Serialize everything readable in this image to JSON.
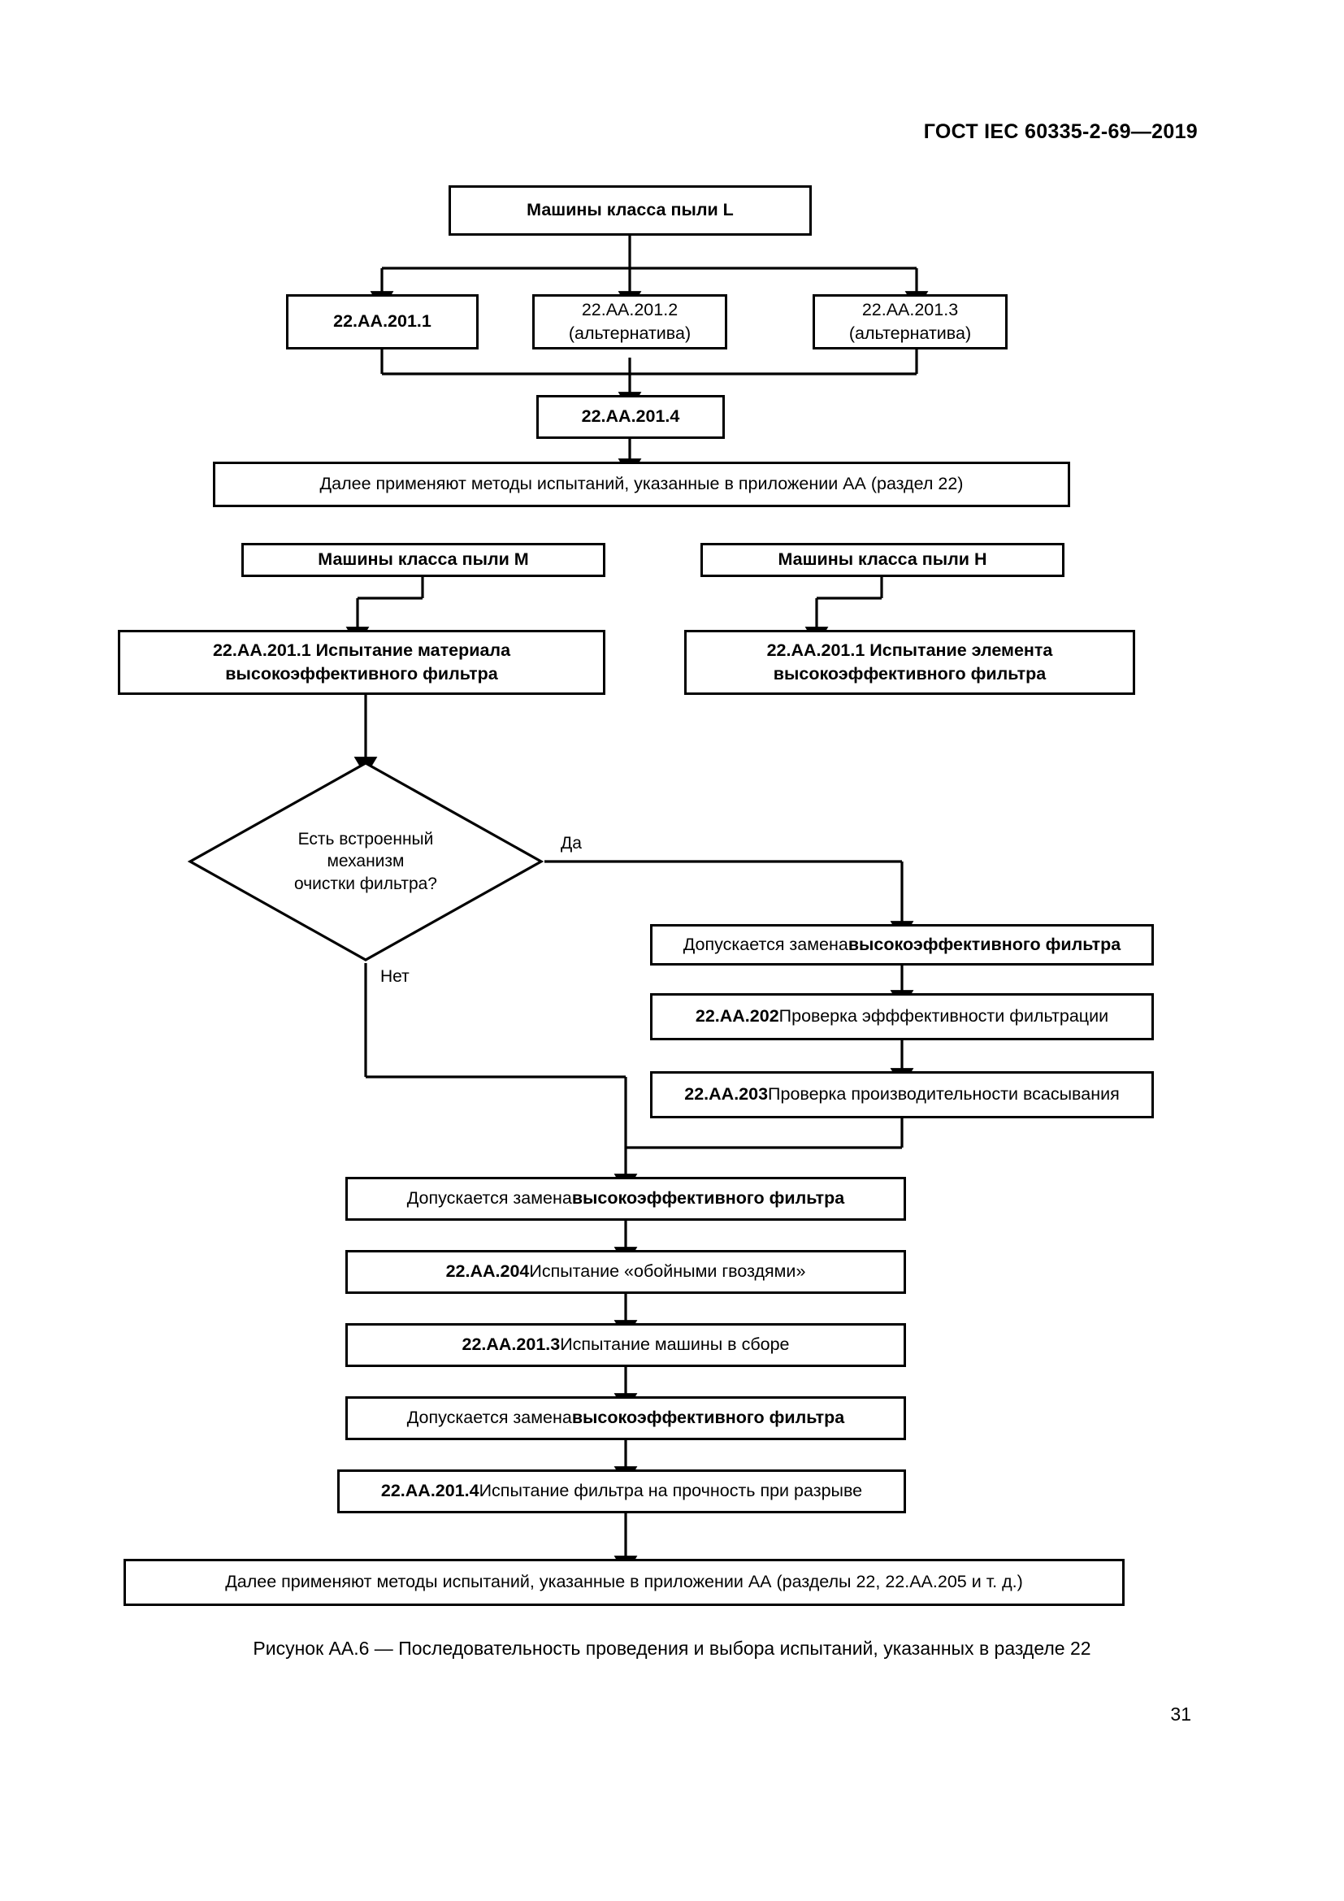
{
  "document": {
    "header": "ГОСТ IEC 60335-2-69—2019",
    "page_number": "31",
    "caption": "Рисунок АА.6 — Последовательность проведения и выбора испытаний, указанных в разделе 22"
  },
  "chart_data": {
    "type": "diagram",
    "title": "Рисунок АА.6 — Последовательность проведения и выбора испытаний, указанных в разделе 22",
    "nodes": [
      {
        "id": "n1",
        "shape": "box",
        "text": "Машины класса пыли L"
      },
      {
        "id": "n2",
        "shape": "box",
        "text": "22.AA.201.1"
      },
      {
        "id": "n3",
        "shape": "box",
        "text": "22.AA.201.2\n(альтернатива)"
      },
      {
        "id": "n4",
        "shape": "box",
        "text": "22.AA.201.3\n(альтернатива)"
      },
      {
        "id": "n5",
        "shape": "box",
        "text": "22.AA.201.4"
      },
      {
        "id": "n6",
        "shape": "box",
        "text": "Далее применяют методы испытаний, указанные в приложении АА (раздел 22)"
      },
      {
        "id": "n7",
        "shape": "box",
        "text": "Машины класса пыли M"
      },
      {
        "id": "n8",
        "shape": "box",
        "text": "Машины класса пыли H"
      },
      {
        "id": "n9",
        "shape": "box",
        "text": "22.AA.201.1 Испытание материала высокоэффективного фильтра"
      },
      {
        "id": "n10",
        "shape": "box",
        "text": "22.AA.201.1 Испытание элемента высокоэффективного фильтра"
      },
      {
        "id": "n11",
        "shape": "diamond",
        "text": "Есть встроенный механизм очистки фильтра?"
      },
      {
        "id": "n12",
        "shape": "box",
        "text": "Допускается замена высокоэффективного фильтра"
      },
      {
        "id": "n13",
        "shape": "box",
        "text": "22.AA.202 Проверка эфффективности фильтрации"
      },
      {
        "id": "n14",
        "shape": "box",
        "text": "22.AA.203 Проверка производительности всасывания"
      },
      {
        "id": "n15",
        "shape": "box",
        "text": "Допускается замена высокоэффективного фильтра"
      },
      {
        "id": "n16",
        "shape": "box",
        "text": "22.AA.204 Испытание «обойными гвоздями»"
      },
      {
        "id": "n17",
        "shape": "box",
        "text": "22.AA.201.3 Испытание машины в сборе"
      },
      {
        "id": "n18",
        "shape": "box",
        "text": "Допускается замена высокоэффективного фильтра"
      },
      {
        "id": "n19",
        "shape": "box",
        "text": "22.AA.201.4 Испытание фильтра на прочность при разрыве"
      },
      {
        "id": "n20",
        "shape": "box",
        "text": "Далее применяют методы испытаний, указанные в приложении АА (разделы 22, 22.AA.205 и т. д.)"
      }
    ],
    "edges": [
      {
        "from": "n1",
        "to": "n2",
        "label": ""
      },
      {
        "from": "n1",
        "to": "n3",
        "label": ""
      },
      {
        "from": "n1",
        "to": "n4",
        "label": ""
      },
      {
        "from": "n2",
        "to": "n5",
        "label": ""
      },
      {
        "from": "n3",
        "to": "n5",
        "label": ""
      },
      {
        "from": "n4",
        "to": "n5",
        "label": ""
      },
      {
        "from": "n5",
        "to": "n6",
        "label": ""
      },
      {
        "from": "n7",
        "to": "n9",
        "label": ""
      },
      {
        "from": "n8",
        "to": "n10",
        "label": ""
      },
      {
        "from": "n9",
        "to": "n11",
        "label": ""
      },
      {
        "from": "n11",
        "to": "n12",
        "label": "Да"
      },
      {
        "from": "n11",
        "to": "n15",
        "label": "Нет"
      },
      {
        "from": "n12",
        "to": "n13",
        "label": ""
      },
      {
        "from": "n13",
        "to": "n14",
        "label": ""
      },
      {
        "from": "n14",
        "to": "n15",
        "label": ""
      },
      {
        "from": "n15",
        "to": "n16",
        "label": ""
      },
      {
        "from": "n16",
        "to": "n17",
        "label": ""
      },
      {
        "from": "n17",
        "to": "n18",
        "label": ""
      },
      {
        "from": "n18",
        "to": "n19",
        "label": ""
      },
      {
        "from": "n19",
        "to": "n20",
        "label": ""
      }
    ]
  },
  "nodes": {
    "n1": {
      "text": "Машины класса пыли L"
    },
    "n2": {
      "text": "22.AA.201.1"
    },
    "n3": {
      "line1": "22.AA.201.2",
      "line2": "(альтернатива)"
    },
    "n4": {
      "line1": "22.AA.201.3",
      "line2": "(альтернатива)"
    },
    "n5": {
      "text": "22.AA.201.4"
    },
    "n6": {
      "text": "Далее применяют методы испытаний, указанные в приложении АА (раздел 22)"
    },
    "n7": {
      "text": "Машины класса пыли M"
    },
    "n8": {
      "text": "Машины класса пыли H"
    },
    "n9": {
      "line1": "22.AA.201.1 Испытание материала",
      "line2": "высокоэффективного фильтра"
    },
    "n10": {
      "line1": "22.AA.201.1 Испытание элемента",
      "line2": "высокоэффективного фильтра"
    },
    "n11": {
      "line1": "Есть встроенный",
      "line2": "механизм",
      "line3": "очистки фильтра?"
    },
    "n12": {
      "prefix": "Допускается замена ",
      "emphasis": "высокоэффективного фильтра"
    },
    "n13": {
      "prefix": "22.AA.202",
      "rest": " Проверка эфффективности фильтрации"
    },
    "n14": {
      "prefix": "22.AA.203",
      "rest": " Проверка производительности всасывания"
    },
    "n15": {
      "prefix": "Допускается замена ",
      "emphasis": "высокоэффективного фильтра"
    },
    "n16": {
      "prefix": "22.AA.204",
      "rest": " Испытание «обойными гвоздями»"
    },
    "n17": {
      "prefix": "22.AA.201.3",
      "rest": " Испытание машины в сборе"
    },
    "n18": {
      "prefix": "Допускается замена ",
      "emphasis": "высокоэффективного фильтра"
    },
    "n19": {
      "prefix": "22.AA.201.4",
      "rest": " Испытание фильтра на прочность при разрыве"
    },
    "n20": {
      "text": "Далее применяют методы испытаний, указанные в приложении АА (разделы 22, 22.AA.205 и т. д.)"
    }
  },
  "edge_labels": {
    "yes": "Да",
    "no": "Нет"
  },
  "colors": {
    "ink": "#000000",
    "paper": "#ffffff"
  }
}
